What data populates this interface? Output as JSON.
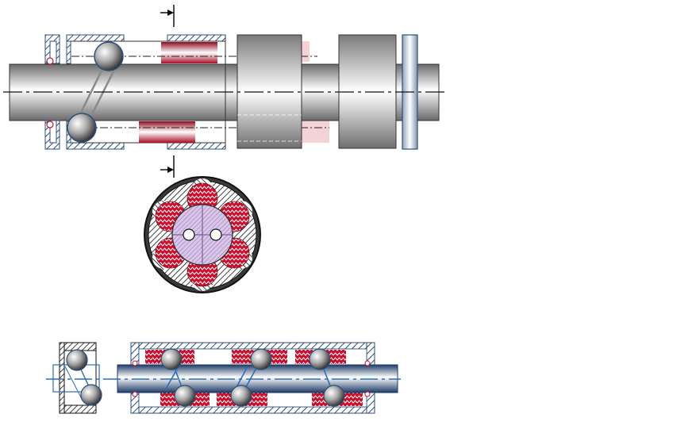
{
  "figure": {
    "views": [
      {
        "name": "top-longitudinal-section",
        "components": [
          "shaft",
          "sleeve",
          "balls",
          "red-elements",
          "hub",
          "collar",
          "flange"
        ]
      },
      {
        "name": "cross-section",
        "components": [
          "outer-ring",
          "inner-shaft",
          "six-red-lobes",
          "hatched-segments",
          "two-holes"
        ]
      },
      {
        "name": "bottom-assembly",
        "components": [
          "small-housing",
          "long-housing",
          "blue-shaft",
          "eight-balls",
          "red-blocks"
        ]
      }
    ],
    "section_arrows": 2,
    "colors": {
      "outline": "#111111",
      "steel_dark": "#5a5a5a",
      "steel_light": "#f2f2f2",
      "housing_blue": "#2d4f7a",
      "hatch_blue": "#3a5f8c",
      "red": "#c8102e",
      "red_light": "#f3c9ce",
      "lavender": "#cdb8de",
      "shaft_blue": "#1d3b66",
      "center_line": "#1a1a1a",
      "blue_line": "#2f6eb5"
    }
  }
}
